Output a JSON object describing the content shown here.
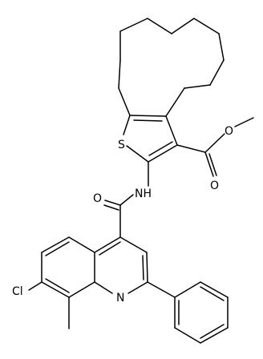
{
  "structure": {
    "atom_labels": {
      "sulfur": "S",
      "ester_carbonyl_oxygen": "O",
      "ester_ether_oxygen": "O",
      "amide_nitrogen": "NH",
      "amide_oxygen": "O",
      "quinoline_nitrogen": "N",
      "chlorine": "Cl"
    }
  }
}
